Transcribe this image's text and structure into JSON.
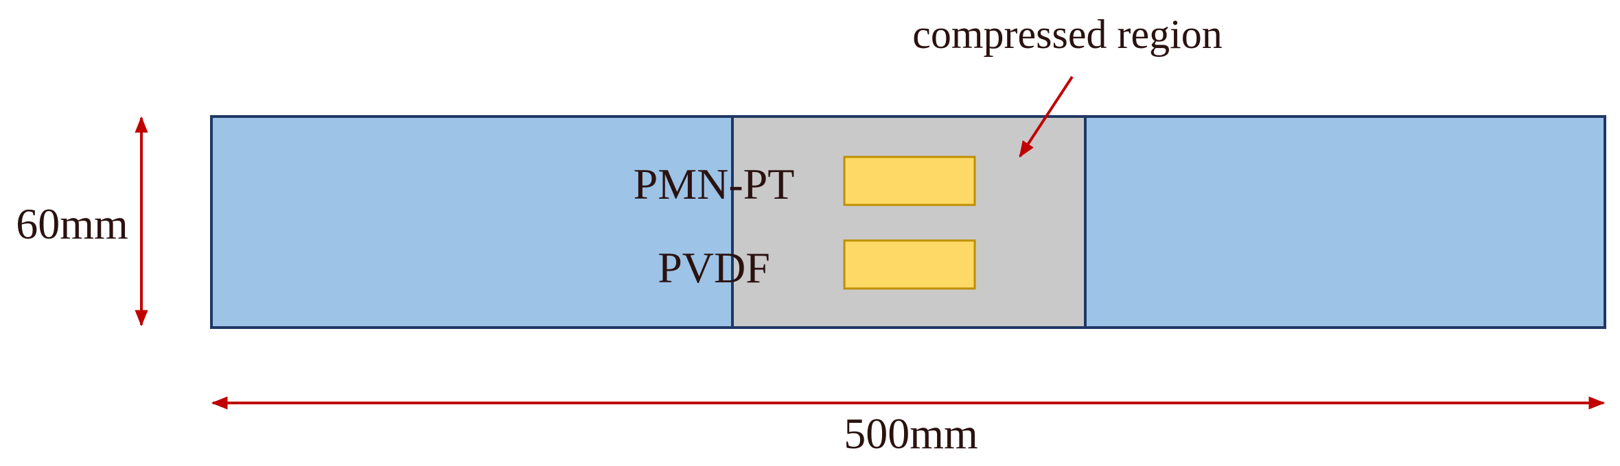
{
  "labels": {
    "region": "compressed region",
    "top_sensor": "PMN-PT",
    "bottom_sensor": "PVDF",
    "height": "60mm",
    "length": "500mm"
  },
  "colors": {
    "beam_fill": "#9dc3e6",
    "beam_stroke": "#1f3864",
    "region_fill": "#c9c9c9",
    "sensor_fill": "#ffd966",
    "sensor_stroke": "#bf9000",
    "arrow": "#c00000",
    "text": "#2a1210"
  }
}
